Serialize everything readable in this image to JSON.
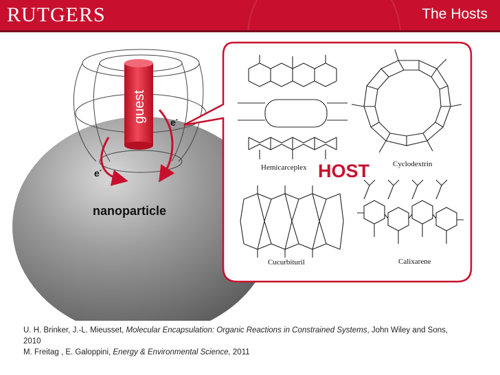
{
  "header": {
    "logo": "RUTGERS",
    "title": "The Hosts"
  },
  "diagram": {
    "guest": "guest",
    "electron1": "e",
    "electron1_sup": "-",
    "electron2": "e",
    "electron2_sup": "-",
    "nanoparticle": "nanoparticle",
    "host_label": "HOST",
    "hosts": [
      "Hemicarceplex",
      "Cyclodextrin",
      "Cucurbituril",
      "Calixarene"
    ]
  },
  "references": [
    {
      "authors": "U. H. Brinker, J.-L. Mieusset, ",
      "title": "Molecular Encapsulation: Organic Reactions in Constrained Systems",
      "rest": ", John Wiley and Sons, 2010"
    },
    {
      "authors": "M. Freitag , E. Galoppini,  ",
      "title": "Energy & Environmental Science,",
      "rest": "  2011"
    }
  ],
  "colors": {
    "brand": "#c8102e",
    "guest": "#e8283a",
    "host_border": "#c8102e",
    "sphere": "#8a8a8a"
  }
}
